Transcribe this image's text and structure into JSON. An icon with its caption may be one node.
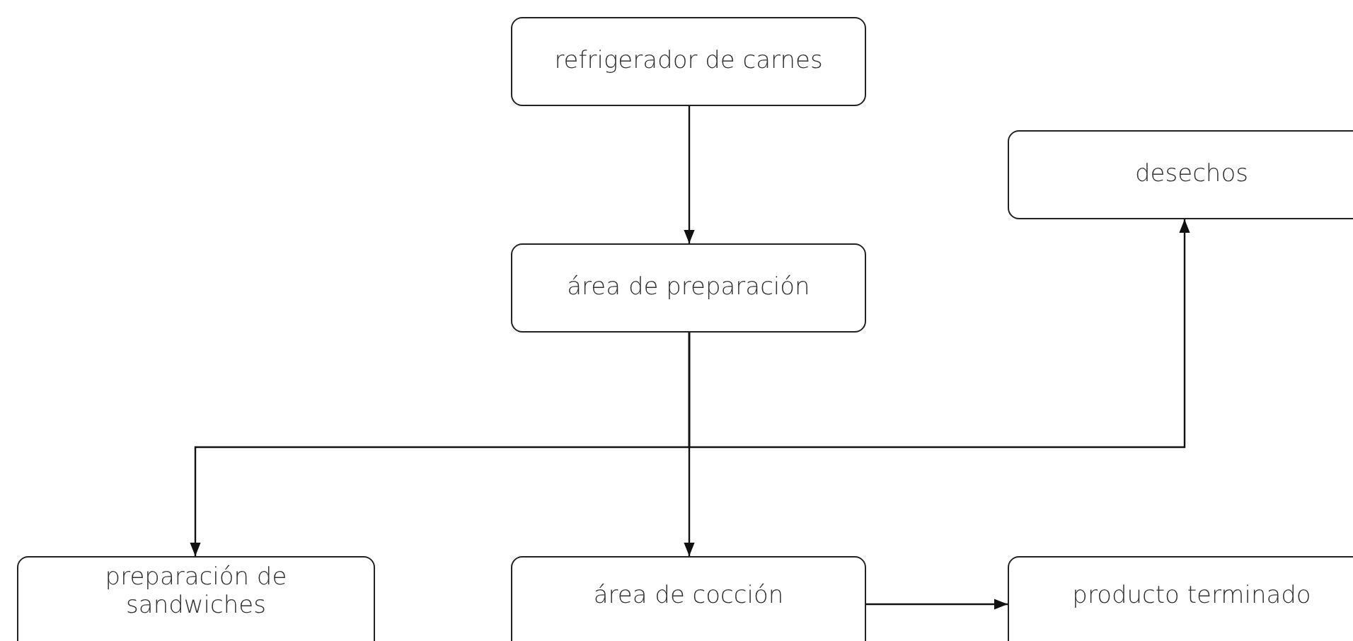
{
  "diagram": {
    "nodes": [
      {
        "text": [
          "refrigerador de carnes"
        ]
      },
      {
        "text": [
          "área de preparación"
        ]
      },
      {
        "text": [
          "desechos"
        ]
      },
      {
        "text": [
          "preparación de sandwiches"
        ]
      },
      {
        "text": [
          "área de cocción"
        ]
      },
      {
        "text": [
          "producto terminado"
        ]
      }
    ],
    "edges": [
      {
        "from": 0,
        "to": 1,
        "arrow": "to"
      },
      {
        "from": 1,
        "to": 3,
        "arrow": "to"
      },
      {
        "from": 1,
        "to": 4,
        "arrow": "to"
      },
      {
        "from": 1,
        "to": 2,
        "arrow": "to"
      },
      {
        "from": 4,
        "to": 5,
        "arrow": "to"
      }
    ]
  }
}
